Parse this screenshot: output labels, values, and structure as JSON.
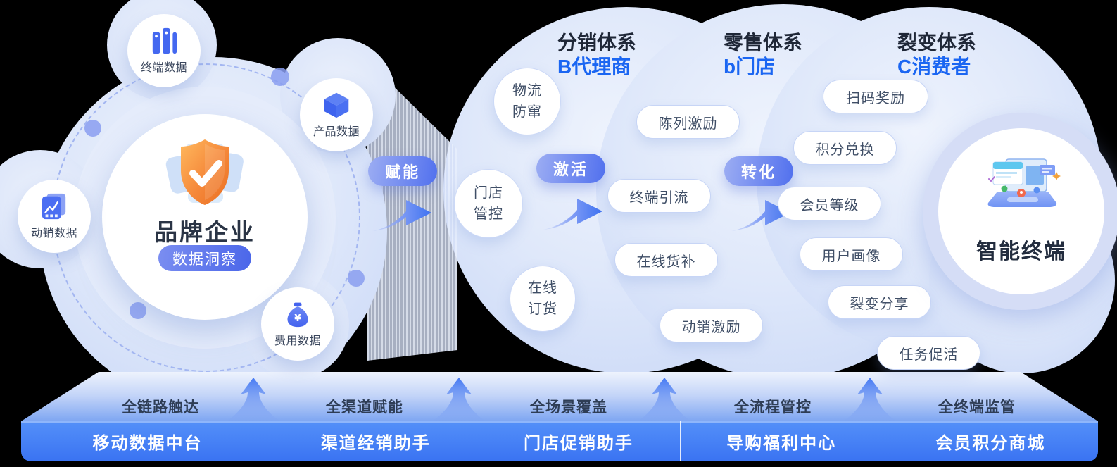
{
  "hub": {
    "title": "品牌企业",
    "badge": "数据洞察",
    "icon": "shield-check-icon"
  },
  "sources": [
    {
      "label": "终端数据",
      "icon": "server-books-icon"
    },
    {
      "label": "产品数据",
      "icon": "cube-icon"
    },
    {
      "label": "动销数据",
      "icon": "chart-doc-icon"
    },
    {
      "label": "费用数据",
      "icon": "money-bag-icon"
    }
  ],
  "flow": [
    {
      "label": "赋能"
    },
    {
      "label": "激活"
    },
    {
      "label": "转化"
    }
  ],
  "stages": [
    {
      "title": "分销体系",
      "subtitle": "B代理商",
      "items": [
        {
          "label": "物流\n防窜"
        },
        {
          "label": "门店\n管控"
        },
        {
          "label": "在线\n订货"
        }
      ]
    },
    {
      "title": "零售体系",
      "subtitle": "b门店",
      "items": [
        {
          "label": "陈列激励"
        },
        {
          "label": "终端引流"
        },
        {
          "label": "在线货补"
        },
        {
          "label": "动销激励"
        }
      ]
    },
    {
      "title": "裂变体系",
      "subtitle": "C消费者",
      "items": [
        {
          "label": "扫码奖励"
        },
        {
          "label": "积分兑换"
        },
        {
          "label": "会员等级"
        },
        {
          "label": "用户画像"
        },
        {
          "label": "裂变分享"
        },
        {
          "label": "任务促活"
        }
      ]
    }
  ],
  "terminal": {
    "label": "智能终端",
    "icon": "laptop-icon"
  },
  "platform": {
    "labels": [
      "全链路触达",
      "全渠道赋能",
      "全场景覆盖",
      "全流程管控",
      "全终端监管"
    ]
  },
  "footer": {
    "items": [
      "移动数据中台",
      "渠道经销助手",
      "门店促销助手",
      "导购福利中心",
      "会员积分商城"
    ]
  },
  "colors": {
    "accent_blue": "#1b66f2",
    "pill_gradient_end": "#5170ee",
    "footer_blue": "#3a73f2",
    "shield_orange": "#f08030",
    "text_dark": "#2a3445",
    "capsule_text": "#3f4e66"
  }
}
